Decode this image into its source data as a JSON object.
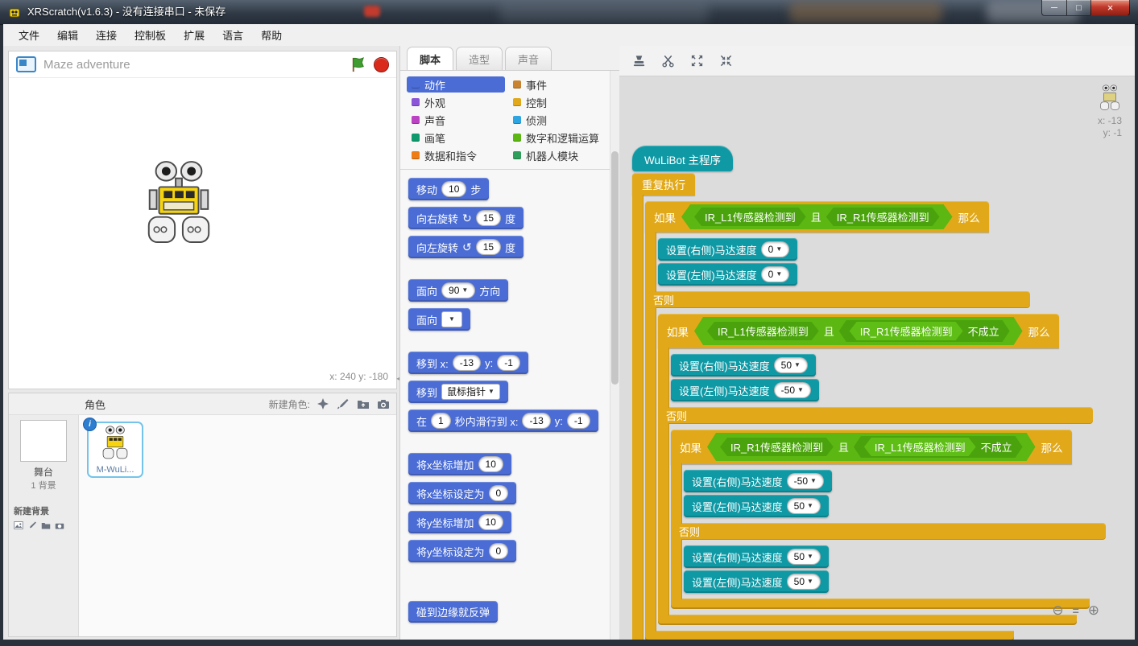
{
  "colors": {
    "motion_blue": "#4a6cd4",
    "control_gold": "#e1a91a",
    "operators_green": "#5cb712",
    "robot_teal": "#0f99a5",
    "close_button_red": "#c0392b",
    "flag_green": "#3f9d2f",
    "stop_red": "#d92a1c",
    "selection_blue": "#74c3ea"
  },
  "window": {
    "title": "XRScratch(v1.6.3) - 没有连接串口 - 未保存",
    "menu_items": [
      "文件",
      "编辑",
      "连接",
      "控制板",
      "扩展",
      "语言",
      "帮助"
    ]
  },
  "stage": {
    "project_title": "Maze adventure",
    "coords": "x: 240 y: -180"
  },
  "sprite_panel": {
    "header": "角色",
    "new_sprite_label": "新建角色:",
    "stage_label": "舞台",
    "stage_sublabel": "1 背景",
    "new_backdrop_label": "新建背景",
    "sprite_name": "M-WuLi...",
    "info_badge": "i"
  },
  "tabs": {
    "scripts": "脚本",
    "costumes": "造型",
    "sounds": "声音"
  },
  "categories": {
    "col1": [
      {
        "label": "动作",
        "color": "#4a6cd4"
      },
      {
        "label": "外观",
        "color": "#8a55d7"
      },
      {
        "label": "声音",
        "color": "#bb42c3"
      },
      {
        "label": "画笔",
        "color": "#0e9a6c"
      },
      {
        "label": "数据和指令",
        "color": "#ee7d16"
      }
    ],
    "col2": [
      {
        "label": "事件",
        "color": "#c88330"
      },
      {
        "label": "控制",
        "color": "#e1a91a"
      },
      {
        "label": "侦测",
        "color": "#2ca5e2"
      },
      {
        "label": "数字和逻辑运算",
        "color": "#5cb712"
      },
      {
        "label": "机器人模块",
        "color": "#2e9e5b"
      }
    ]
  },
  "palette": {
    "move": {
      "pre": "移动",
      "val": "10",
      "post": "步"
    },
    "turn_cw": {
      "pre": "向右旋转",
      "icon": "↻",
      "val": "15",
      "post": "度"
    },
    "turn_ccw": {
      "pre": "向左旋转",
      "icon": "↺",
      "val": "15",
      "post": "度"
    },
    "point_dir": {
      "pre": "面向",
      "val": "90",
      "post": "方向"
    },
    "point_to": {
      "pre": "面向"
    },
    "goto_xy": {
      "pre": "移到 x:",
      "x": "-13",
      "mid": "y:",
      "y": "-1"
    },
    "goto_obj": {
      "pre": "移到",
      "val": "鼠标指针"
    },
    "glide": {
      "pre": "在",
      "sec": "1",
      "mid": "秒内滑行到 x:",
      "x": "-13",
      "mid2": "y:",
      "y": "-1"
    },
    "change_x": {
      "pre": "将x坐标增加",
      "val": "10"
    },
    "set_x": {
      "pre": "将x坐标设定为",
      "val": "0"
    },
    "change_y": {
      "pre": "将y坐标增加",
      "val": "10"
    },
    "set_y": {
      "pre": "将y坐标设定为",
      "val": "0"
    },
    "bounce": {
      "pre": "碰到边缘就反弹"
    }
  },
  "scriptarea": {
    "sprite_x": "x: -13",
    "sprite_y": "y: -1",
    "hat": "WuLiBot 主程序",
    "forever": "重复执行",
    "kw_if": "如果",
    "kw_then": "那么",
    "kw_else": "否则",
    "kw_and": "且",
    "kw_not": "不成立",
    "sensor_l1": "IR_L1传感器检测到",
    "sensor_r1": "IR_R1传感器检测到",
    "motor_right": "设置(右侧)马达速度",
    "motor_left": "设置(左侧)马达速度",
    "b1_right": "0",
    "b1_left": "0",
    "b2_right": "50",
    "b2_left": "-50",
    "b3_right": "-50",
    "b3_left": "50",
    "b4_right": "50",
    "b4_left": "50"
  }
}
